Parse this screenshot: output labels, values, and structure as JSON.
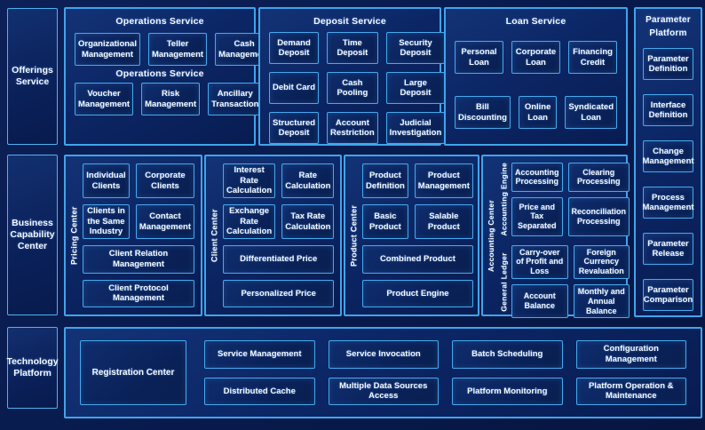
{
  "colors": {
    "background": "#081a4c",
    "panel_fill": "#0c2665",
    "box_fill": "#0a2158",
    "border_accent": "#3fa5ec",
    "text": "#ffffff"
  },
  "left_rail": {
    "offerings": "Offerings Service",
    "business": "Business Capability Center",
    "technology": "Technology Platform"
  },
  "operations_service": {
    "title": "Operations Service",
    "subtitle": "Operations Service",
    "row1": [
      "Organizational Management",
      "Teller Management",
      "Cash Management"
    ],
    "row2": [
      "Voucher Management",
      "Risk Management",
      "Ancillary Transaction"
    ]
  },
  "deposit_service": {
    "title": "Deposit Service",
    "items": [
      "Demand Deposit",
      "Time Deposit",
      "Security Deposit",
      "Debit Card",
      "Cash Pooling",
      "Large Deposit",
      "Structured Deposit",
      "Account Restriction",
      "Judicial Investigation"
    ]
  },
  "loan_service": {
    "title": "Loan Service",
    "row1": [
      "Personal Loan",
      "Corporate Loan",
      "Financing Credit"
    ],
    "row2": [
      "Bill Discounting",
      "Online Loan",
      "Syndicated Loan"
    ]
  },
  "parameter_platform": {
    "title": "Parameter Platform",
    "items": [
      "Parameter Definition",
      "Interface Definition",
      "Change Management",
      "Process Management",
      "Parameter Release",
      "Parameter Comparison"
    ]
  },
  "pricing_center": {
    "label": "Pricing Center",
    "small": [
      "Individual Clients",
      "Corporate Clients",
      "Clients in the Same Industry",
      "Contact Management"
    ],
    "wide": [
      "Client Relation Management",
      "Client Protocol Management"
    ]
  },
  "client_center": {
    "label": "Client Center",
    "small": [
      "Interest Rate Calculation",
      "Rate Calculation",
      "Exchange Rate Calculation",
      "Tax Rate Calculation"
    ],
    "wide": [
      "Differentiated Price",
      "Personalized Price"
    ]
  },
  "product_center": {
    "label": "Product Center",
    "small": [
      "Product Definition",
      "Product Management",
      "Basic Product",
      "Salable Product"
    ],
    "wide": [
      "Combined Product",
      "Product Engine"
    ]
  },
  "accounting_center": {
    "label": "Accounting Center",
    "groups": [
      {
        "label": "Accounting Engine",
        "items": [
          "Accounting Processing",
          "Clearing Processing",
          "Price and Tax Separated",
          "Reconciliation Processing"
        ]
      },
      {
        "label": "General Ledger",
        "items": [
          "Carry-over of Profit and Loss",
          "Foreign Currency Revaluation",
          "Account Balance",
          "Monthly and Annual Balance"
        ]
      }
    ]
  },
  "technology_platform": {
    "registration": "Registration Center",
    "items": [
      "Service Management",
      "Service Invocation",
      "Batch Scheduling",
      "Configuration Management",
      "Distributed Cache",
      "Multiple Data Sources Access",
      "Platform Monitoring",
      "Platform Operation & Maintenance"
    ]
  }
}
